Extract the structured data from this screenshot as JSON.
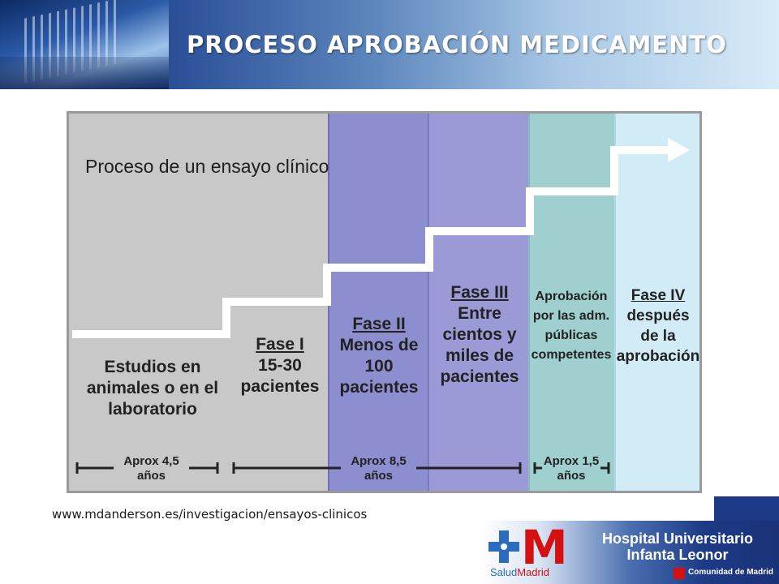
{
  "header": {
    "title": "PROCESO APROBACIÓN MEDICAMENTO",
    "colors": {
      "dark_blue": "#1d3a86",
      "light_blue": "#d8ebf8"
    }
  },
  "diagram": {
    "title": "Proceso de un ensayo clínico",
    "phases": [
      {
        "lines": [
          "Estudios en",
          "animales o en el",
          "laboratorio"
        ]
      },
      {
        "heading": "Fase I",
        "lines": [
          "15-30",
          "pacientes"
        ]
      },
      {
        "heading": "Fase II",
        "lines": [
          "Menos de",
          "100",
          "pacientes"
        ]
      },
      {
        "heading": "Fase III",
        "lines": [
          "Entre",
          "cientos y",
          "miles de",
          "pacientes"
        ]
      },
      {
        "lines": [
          "Aprobación",
          "por las adm.",
          "públicas",
          "competentes"
        ]
      },
      {
        "heading": "Fase IV",
        "lines": [
          "después",
          "de la",
          "aprobación"
        ]
      }
    ],
    "durations": [
      {
        "line1": "Aprox 4,5",
        "line2": "años"
      },
      {
        "line1": "Aprox 8,5",
        "line2": "años"
      },
      {
        "line1": "Aprox 1,5",
        "line2": "años"
      }
    ],
    "colors": {
      "gray": "#c8c8c8",
      "purple": "#8c8ecf",
      "teal": "#9fd0cf",
      "sky": "#d1ecf7"
    }
  },
  "source_url": "www.mdanderson.es/investigacion/ensayos-clinicos",
  "footer": {
    "logo_letter": "M",
    "salud_text": "Salud",
    "madrid_text": "Madrid",
    "hospital_line1": "Hospital Universitario",
    "hospital_line2": "Infanta Leonor",
    "comunidad": "Comunidad de Madrid"
  }
}
